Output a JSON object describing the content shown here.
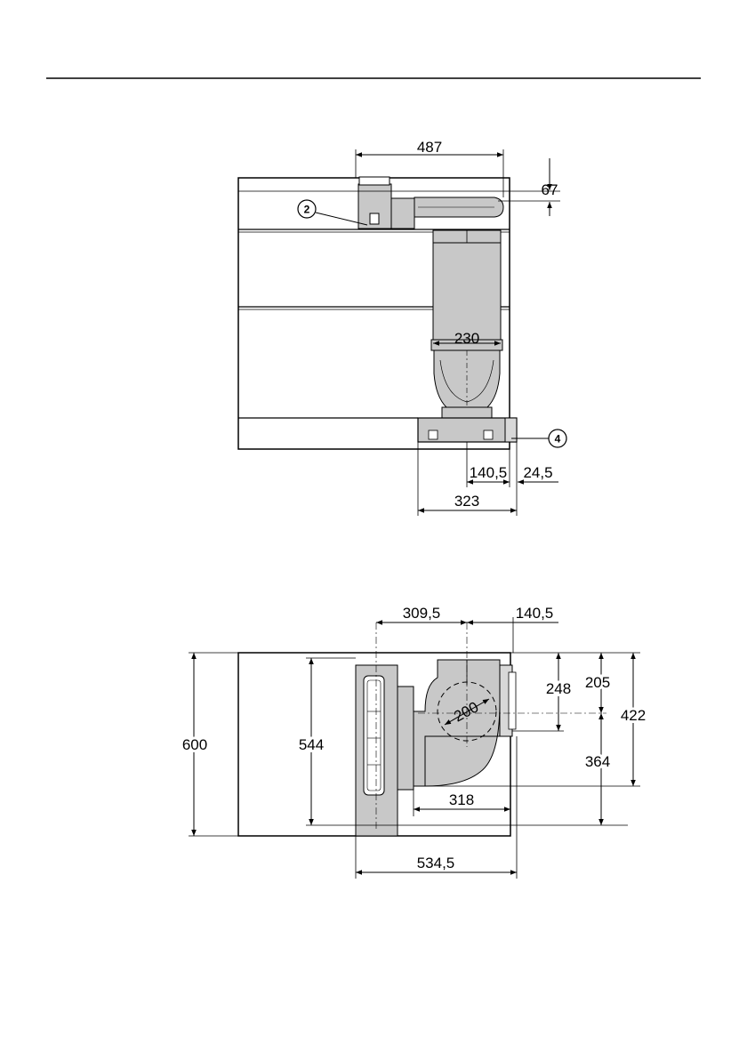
{
  "top_view": {
    "dims": {
      "width_487": "487",
      "height_67": "67",
      "duct_230": "230",
      "offset_140_5": "140,5",
      "offset_24_5": "24,5",
      "depth_323": "323"
    },
    "callouts": {
      "c2": "2",
      "c4": "4"
    }
  },
  "plan_view": {
    "dims": {
      "d_309_5": "309,5",
      "d_140_5": "140,5",
      "d_600": "600",
      "d_544": "544",
      "d_248": "248",
      "d_205": "205",
      "d_422": "422",
      "d_364": "364",
      "d_318": "318",
      "d_200": "200",
      "d_534_5": "534,5"
    }
  },
  "colors": {
    "component_fill": "#c8c8c8",
    "line": "#000000"
  }
}
